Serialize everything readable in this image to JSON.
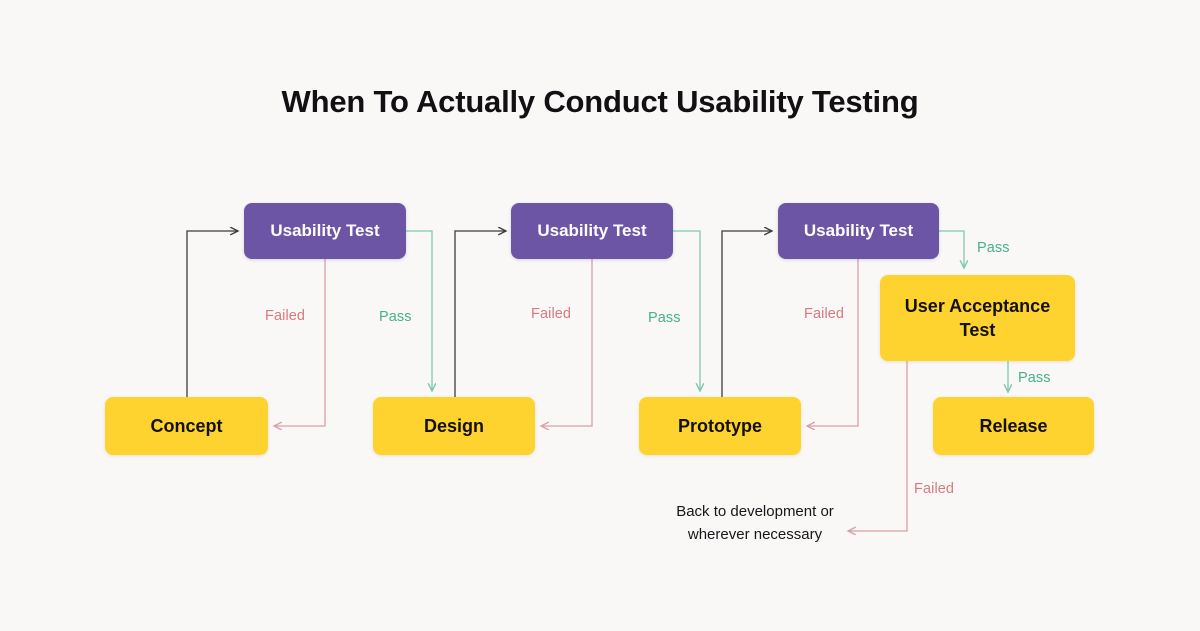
{
  "page": {
    "title": "When To Actually Conduct Usability Testing",
    "background_color": "#f9f8f7"
  },
  "colors": {
    "test_box": "#6c55a5",
    "stage_box": "#fed330",
    "pass_line": "#7ec9ae",
    "pass_text": "#45b08f",
    "fail_line": "#d9a0a5",
    "fail_text": "#d9797f",
    "flow_line": "#3c3c3c",
    "title_text": "#121013"
  },
  "nodes": {
    "concept": {
      "label": "Concept",
      "kind": "stage"
    },
    "test1": {
      "label": "Usability Test",
      "kind": "test"
    },
    "design": {
      "label": "Design",
      "kind": "stage"
    },
    "test2": {
      "label": "Usability Test",
      "kind": "test"
    },
    "prototype": {
      "label": "Prototype",
      "kind": "stage"
    },
    "test3": {
      "label": "Usability Test",
      "kind": "test"
    },
    "uat": {
      "label": "User Acceptance Test",
      "kind": "stage"
    },
    "release": {
      "label": "Release",
      "kind": "stage"
    }
  },
  "edge_labels": {
    "failed_1": "Failed",
    "pass_1": "Pass",
    "failed_2": "Failed",
    "pass_2": "Pass",
    "failed_3": "Failed",
    "pass_3": "Pass",
    "pass_4": "Pass",
    "failed_4": "Failed"
  },
  "annotations": {
    "back_to_dev_line1": "Back to development or",
    "back_to_dev_line2": "wherever necessary"
  },
  "chart_data": {
    "type": "diagram",
    "title": "When To Actually Conduct Usability Testing",
    "nodes": [
      {
        "id": "concept",
        "label": "Concept",
        "type": "stage"
      },
      {
        "id": "test1",
        "label": "Usability Test",
        "type": "test"
      },
      {
        "id": "design",
        "label": "Design",
        "type": "stage"
      },
      {
        "id": "test2",
        "label": "Usability Test",
        "type": "test"
      },
      {
        "id": "prototype",
        "label": "Prototype",
        "type": "stage"
      },
      {
        "id": "test3",
        "label": "Usability Test",
        "type": "test"
      },
      {
        "id": "uat",
        "label": "User Acceptance Test",
        "type": "stage"
      },
      {
        "id": "release",
        "label": "Release",
        "type": "stage"
      }
    ],
    "edges": [
      {
        "from": "concept",
        "to": "test1",
        "label": "",
        "style": "flow"
      },
      {
        "from": "test1",
        "to": "concept",
        "label": "Failed",
        "style": "fail"
      },
      {
        "from": "test1",
        "to": "design",
        "label": "Pass",
        "style": "pass"
      },
      {
        "from": "design",
        "to": "test2",
        "label": "",
        "style": "flow"
      },
      {
        "from": "test2",
        "to": "design",
        "label": "Failed",
        "style": "fail"
      },
      {
        "from": "test2",
        "to": "prototype",
        "label": "Pass",
        "style": "pass"
      },
      {
        "from": "prototype",
        "to": "test3",
        "label": "",
        "style": "flow"
      },
      {
        "from": "test3",
        "to": "prototype",
        "label": "Failed",
        "style": "fail"
      },
      {
        "from": "test3",
        "to": "uat",
        "label": "Pass",
        "style": "pass"
      },
      {
        "from": "uat",
        "to": "release",
        "label": "Pass",
        "style": "pass"
      },
      {
        "from": "uat",
        "to": "back-to-development",
        "label": "Failed",
        "style": "fail"
      }
    ]
  }
}
